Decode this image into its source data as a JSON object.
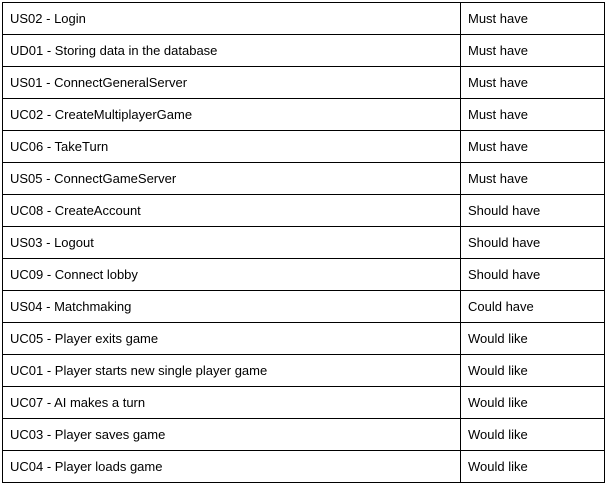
{
  "requirements": [
    {
      "name": "US02 - Login",
      "priority": "Must have"
    },
    {
      "name": "UD01 - Storing data in the database",
      "priority": "Must have"
    },
    {
      "name": "US01 - ConnectGeneralServer",
      "priority": "Must have"
    },
    {
      "name": "UC02 - CreateMultiplayerGame",
      "priority": "Must have"
    },
    {
      "name": "UC06 - TakeTurn",
      "priority": "Must have"
    },
    {
      "name": "US05 - ConnectGameServer",
      "priority": "Must have"
    },
    {
      "name": "UC08 - CreateAccount",
      "priority": "Should have"
    },
    {
      "name": "US03 - Logout",
      "priority": "Should have"
    },
    {
      "name": "UC09 - Connect lobby",
      "priority": "Should have"
    },
    {
      "name": "US04 - Matchmaking",
      "priority": "Could have"
    },
    {
      "name": "UC05 - Player exits game",
      "priority": "Would like"
    },
    {
      "name": "UC01 - Player starts new single player game",
      "priority": "Would like"
    },
    {
      "name": "UC07 - AI makes a turn",
      "priority": "Would like"
    },
    {
      "name": "UC03 - Player saves game",
      "priority": "Would like"
    },
    {
      "name": "UC04 - Player loads game",
      "priority": "Would like"
    }
  ]
}
